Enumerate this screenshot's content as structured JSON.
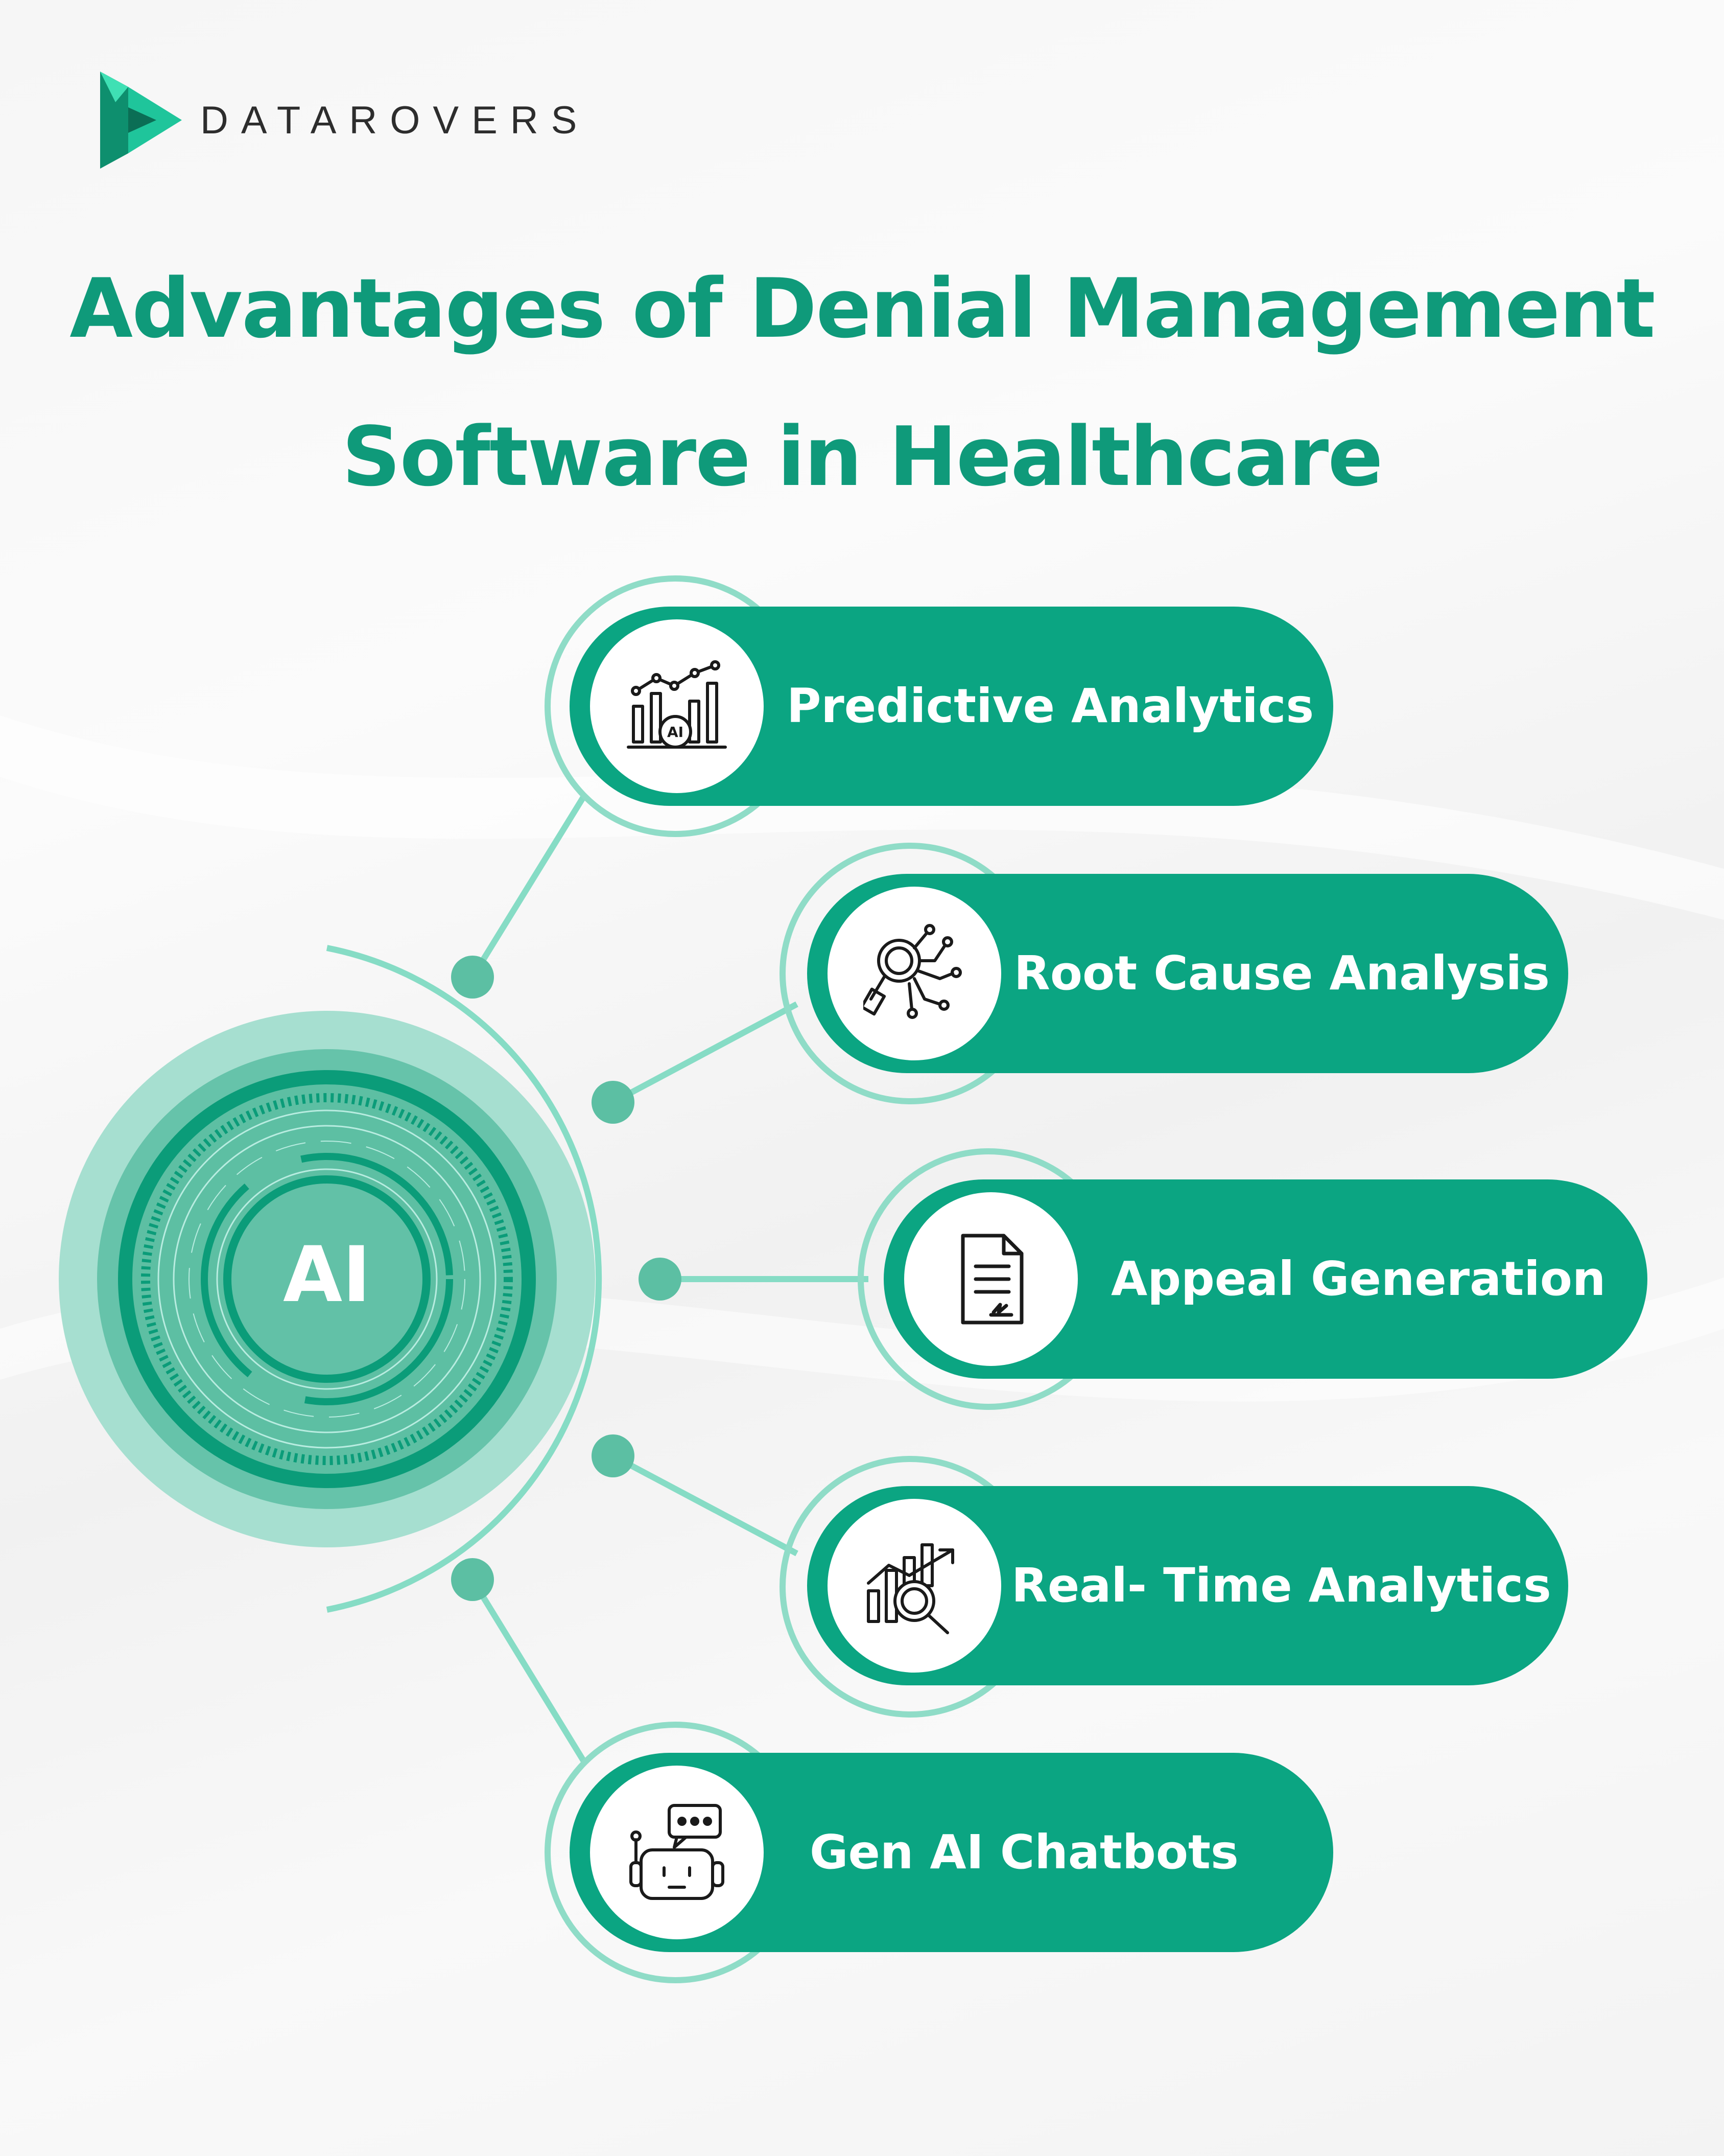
{
  "brand": {
    "name": "DATAROVERS"
  },
  "title": {
    "line1": "Advantages of Denial Management",
    "line2": "Software in Healthcare"
  },
  "center": {
    "label": "AI"
  },
  "items": [
    {
      "label": "Predictive Analytics",
      "icon": "bar-chart-ai-icon"
    },
    {
      "label": "Root Cause Analysis",
      "icon": "magnifier-circuit-icon"
    },
    {
      "label": "Appeal Generation",
      "icon": "signed-document-icon"
    },
    {
      "label": "Real- Time Analytics",
      "icon": "chart-magnifier-icon"
    },
    {
      "label": "Gen AI Chatbots",
      "icon": "robot-chat-icon"
    }
  ],
  "colors": {
    "title": "#0f9a7a",
    "pill": "#0ba582",
    "ring": "#8fdcc7",
    "connector": "#86dcc5",
    "node": "#5cbfa3"
  }
}
